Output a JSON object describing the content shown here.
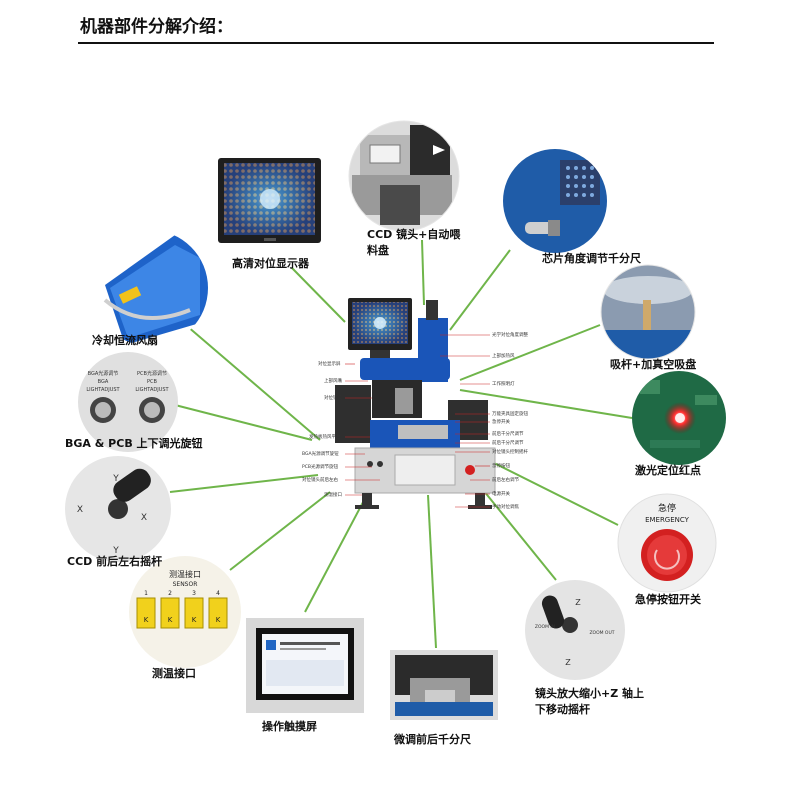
{
  "header": {
    "title": "机器部件分解介绍："
  },
  "labels": {
    "monitor": "高清对位显示器",
    "ccd_head_1": "CCD 镜头+自动喂",
    "ccd_head_2": "料盘",
    "chip_angle": "芯片角度调节千分尺",
    "fan": "冷却恒流风扇",
    "suction": "吸杆+加真空吸盘",
    "bga_pcb": "BGA & PCB 上下调光旋钮",
    "laser": "激光定位红点",
    "ccd_joystick": "CCD 前后左右摇杆",
    "emergency": "急停按钮开关",
    "temp_port": "测温接口",
    "touch_screen": "操作触摸屏",
    "micro_adjust": "微调前后千分尺",
    "zoom_joystick_1": "镜头放大缩小+Z 轴上",
    "zoom_joystick_2": "下移动摇杆"
  },
  "photo_text": {
    "bga_light": "BGA光源调节",
    "pcb_light": "PCB光源调节",
    "bga": "BGA",
    "pcb": "PCB",
    "light_adjust": "LIGHTADJUST",
    "joy_y": "Y",
    "joy_x": "X",
    "temp_title": "测温接口",
    "sensor": "SENSOR",
    "ch1": "1",
    "ch2": "2",
    "ch3": "3",
    "ch4": "4",
    "k": "K",
    "estop_cn": "急停",
    "estop_en": "EMERGENCY",
    "zoom_z": "Z",
    "zoom_in": "ZOOM IN",
    "zoom_out": "ZOOM OUT"
  },
  "callouts": {
    "left": [
      "对位显示屏",
      "上部风嘴",
      "对位镜头",
      "发热板热风平台",
      "BGA光源调节旋钮",
      "PCB光源调节旋钮",
      "对位镜头前后左右",
      "测温接口"
    ],
    "right": [
      "光学对位角度调整",
      "上部加热风",
      "工作照明灯",
      "万能夹具固定旋钮",
      "急停开关",
      "前后千分尺调节",
      "前后千分尺调节",
      "对位镜头控制摇杆",
      "急停按钮",
      "前后左右调节",
      "电源开关",
      "手动对位调焦"
    ]
  },
  "colors": {
    "leader": "#6fb54a",
    "machine_blue": "#1a55b8",
    "callout_red": "#cc2222"
  }
}
